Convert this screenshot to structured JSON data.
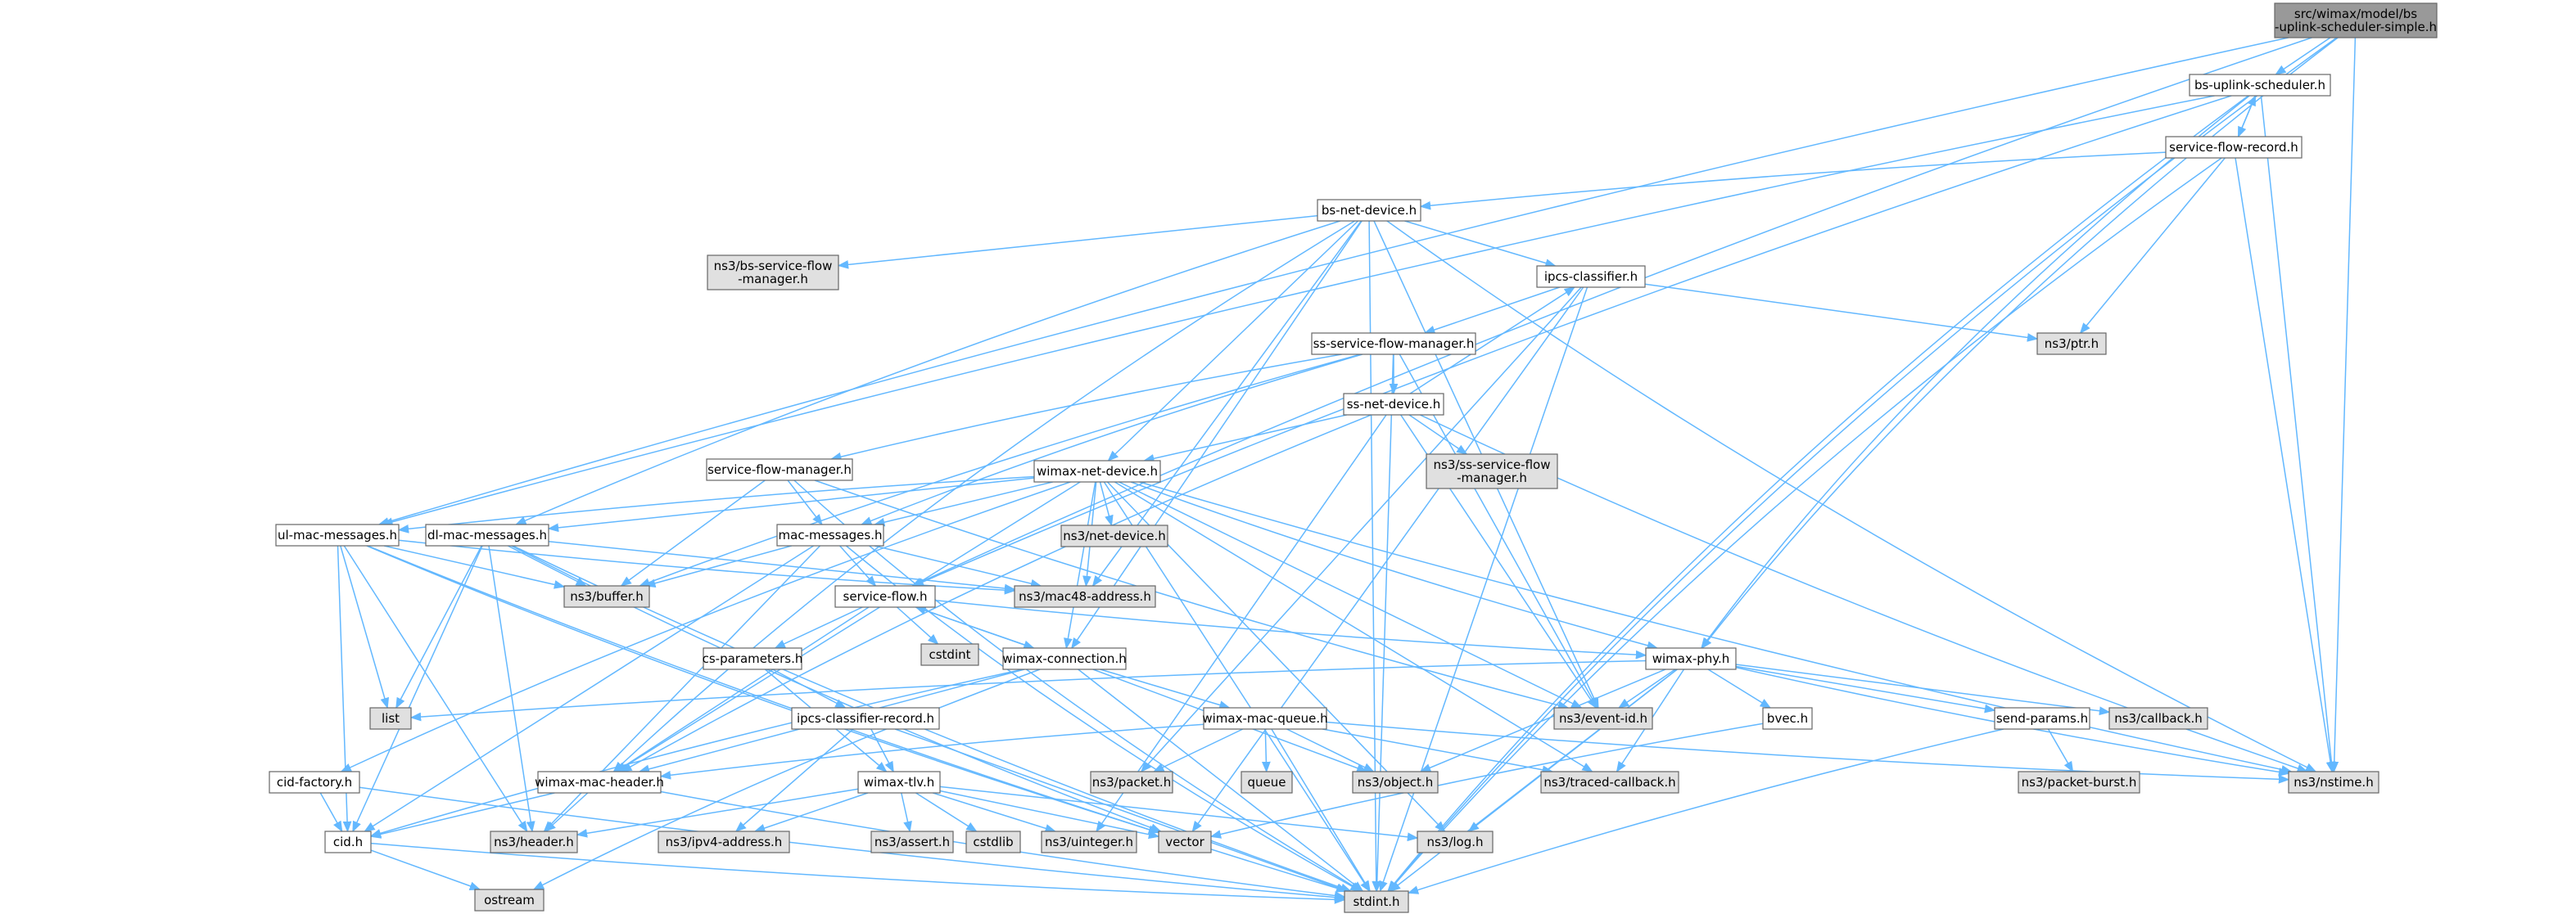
{
  "graph": {
    "title": "src/wimax/model/bs-uplink-scheduler-simple.h",
    "colors": {
      "root_fill": "#999999",
      "project_fill": "#ffffff",
      "external_fill": "#e0e0e0",
      "border": "#666666",
      "edge": "#63b8ff"
    },
    "nodes": [
      {
        "id": "root",
        "label": [
          "src/wimax/model/bs",
          "-uplink-scheduler-simple.h"
        ],
        "kind": "root"
      },
      {
        "id": "bs-uplink-scheduler",
        "label": [
          "bs-uplink-scheduler.h"
        ],
        "kind": "project"
      },
      {
        "id": "service-flow-record",
        "label": [
          "service-flow-record.h"
        ],
        "kind": "project"
      },
      {
        "id": "bs-net-device",
        "label": [
          "bs-net-device.h"
        ],
        "kind": "project"
      },
      {
        "id": "ns3-bs-service-flow-manager",
        "label": [
          "ns3/bs-service-flow",
          "-manager.h"
        ],
        "kind": "external"
      },
      {
        "id": "ipcs-classifier",
        "label": [
          "ipcs-classifier.h"
        ],
        "kind": "project"
      },
      {
        "id": "ns3-ptr",
        "label": [
          "ns3/ptr.h"
        ],
        "kind": "external"
      },
      {
        "id": "ss-service-flow-manager",
        "label": [
          "ss-service-flow-manager.h"
        ],
        "kind": "project"
      },
      {
        "id": "ss-net-device",
        "label": [
          "ss-net-device.h"
        ],
        "kind": "project"
      },
      {
        "id": "ns3-ss-service-flow-manager",
        "label": [
          "ns3/ss-service-flow",
          "-manager.h"
        ],
        "kind": "external"
      },
      {
        "id": "service-flow-manager",
        "label": [
          "service-flow-manager.h"
        ],
        "kind": "project"
      },
      {
        "id": "wimax-net-device",
        "label": [
          "wimax-net-device.h"
        ],
        "kind": "project"
      },
      {
        "id": "ns3-net-device",
        "label": [
          "ns3/net-device.h"
        ],
        "kind": "external"
      },
      {
        "id": "ul-mac-messages",
        "label": [
          "ul-mac-messages.h"
        ],
        "kind": "project"
      },
      {
        "id": "dl-mac-messages",
        "label": [
          "dl-mac-messages.h"
        ],
        "kind": "project"
      },
      {
        "id": "mac-messages",
        "label": [
          "mac-messages.h"
        ],
        "kind": "project"
      },
      {
        "id": "ns3-buffer",
        "label": [
          "ns3/buffer.h"
        ],
        "kind": "external"
      },
      {
        "id": "ns3-mac48-address",
        "label": [
          "ns3/mac48-address.h"
        ],
        "kind": "external"
      },
      {
        "id": "service-flow",
        "label": [
          "service-flow.h"
        ],
        "kind": "project"
      },
      {
        "id": "cstdint",
        "label": [
          "cstdint"
        ],
        "kind": "external"
      },
      {
        "id": "wimax-phy",
        "label": [
          "wimax-phy.h"
        ],
        "kind": "project"
      },
      {
        "id": "cs-parameters",
        "label": [
          "cs-parameters.h"
        ],
        "kind": "project"
      },
      {
        "id": "wimax-connection",
        "label": [
          "wimax-connection.h"
        ],
        "kind": "project"
      },
      {
        "id": "list",
        "label": [
          "list"
        ],
        "kind": "external"
      },
      {
        "id": "ns3-event-id",
        "label": [
          "ns3/event-id.h"
        ],
        "kind": "external"
      },
      {
        "id": "bvec",
        "label": [
          "bvec.h"
        ],
        "kind": "project"
      },
      {
        "id": "send-params",
        "label": [
          "send-params.h"
        ],
        "kind": "project"
      },
      {
        "id": "ns3-callback",
        "label": [
          "ns3/callback.h"
        ],
        "kind": "external"
      },
      {
        "id": "ipcs-classifier-record",
        "label": [
          "ipcs-classifier-record.h"
        ],
        "kind": "project"
      },
      {
        "id": "wimax-mac-queue",
        "label": [
          "wimax-mac-queue.h"
        ],
        "kind": "project"
      },
      {
        "id": "ns3-packet-burst",
        "label": [
          "ns3/packet-burst.h"
        ],
        "kind": "external"
      },
      {
        "id": "cid-factory",
        "label": [
          "cid-factory.h"
        ],
        "kind": "project"
      },
      {
        "id": "wimax-mac-header",
        "label": [
          "wimax-mac-header.h"
        ],
        "kind": "project"
      },
      {
        "id": "wimax-tlv",
        "label": [
          "wimax-tlv.h"
        ],
        "kind": "project"
      },
      {
        "id": "ns3-packet",
        "label": [
          "ns3/packet.h"
        ],
        "kind": "external"
      },
      {
        "id": "queue",
        "label": [
          "queue"
        ],
        "kind": "external"
      },
      {
        "id": "ns3-object",
        "label": [
          "ns3/object.h"
        ],
        "kind": "external"
      },
      {
        "id": "ns3-traced-callback",
        "label": [
          "ns3/traced-callback.h"
        ],
        "kind": "external"
      },
      {
        "id": "ns3-nstime",
        "label": [
          "ns3/nstime.h"
        ],
        "kind": "external"
      },
      {
        "id": "cid",
        "label": [
          "cid.h"
        ],
        "kind": "project"
      },
      {
        "id": "ns3-header",
        "label": [
          "ns3/header.h"
        ],
        "kind": "external"
      },
      {
        "id": "ns3-ipv4-address",
        "label": [
          "ns3/ipv4-address.h"
        ],
        "kind": "external"
      },
      {
        "id": "ns3-assert",
        "label": [
          "ns3/assert.h"
        ],
        "kind": "external"
      },
      {
        "id": "cstdlib",
        "label": [
          "cstdlib"
        ],
        "kind": "external"
      },
      {
        "id": "ns3-uinteger",
        "label": [
          "ns3/uinteger.h"
        ],
        "kind": "external"
      },
      {
        "id": "vector",
        "label": [
          "vector"
        ],
        "kind": "external"
      },
      {
        "id": "ns3-log",
        "label": [
          "ns3/log.h"
        ],
        "kind": "external"
      },
      {
        "id": "ostream",
        "label": [
          "ostream"
        ],
        "kind": "external"
      },
      {
        "id": "stdint",
        "label": [
          "stdint.h"
        ],
        "kind": "external"
      }
    ],
    "edges": [
      [
        "root",
        "bs-uplink-scheduler"
      ],
      [
        "root",
        "ul-mac-messages"
      ],
      [
        "root",
        "service-flow"
      ],
      [
        "root",
        "wimax-phy"
      ],
      [
        "root",
        "ns3-nstime"
      ],
      [
        "root",
        "stdint"
      ],
      [
        "bs-uplink-scheduler",
        "service-flow-record"
      ],
      [
        "bs-uplink-scheduler",
        "ul-mac-messages"
      ],
      [
        "bs-uplink-scheduler",
        "service-flow"
      ],
      [
        "bs-uplink-scheduler",
        "wimax-phy"
      ],
      [
        "bs-uplink-scheduler",
        "ns3-nstime"
      ],
      [
        "bs-uplink-scheduler",
        "stdint"
      ],
      [
        "service-flow-record",
        "bs-uplink-scheduler"
      ],
      [
        "service-flow-record",
        "bs-net-device"
      ],
      [
        "service-flow-record",
        "ns3-ptr"
      ],
      [
        "service-flow-record",
        "ns3-nstime"
      ],
      [
        "service-flow-record",
        "stdint"
      ],
      [
        "bs-net-device",
        "ns3-bs-service-flow-manager"
      ],
      [
        "bs-net-device",
        "ipcs-classifier"
      ],
      [
        "bs-net-device",
        "wimax-net-device"
      ],
      [
        "bs-net-device",
        "dl-mac-messages"
      ],
      [
        "bs-net-device",
        "ns3-mac48-address"
      ],
      [
        "bs-net-device",
        "wimax-connection"
      ],
      [
        "bs-net-device",
        "ns3-event-id"
      ],
      [
        "bs-net-device",
        "ns3-nstime"
      ],
      [
        "bs-net-device",
        "wimax-mac-header"
      ],
      [
        "bs-net-device",
        "stdint"
      ],
      [
        "ipcs-classifier",
        "ss-service-flow-manager"
      ],
      [
        "ipcs-classifier",
        "ns3-ptr"
      ],
      [
        "ipcs-classifier",
        "ns3-packet"
      ],
      [
        "ipcs-classifier",
        "vector"
      ],
      [
        "ipcs-classifier",
        "stdint"
      ],
      [
        "ss-service-flow-manager",
        "ss-net-device"
      ],
      [
        "ss-service-flow-manager",
        "service-flow-manager"
      ],
      [
        "ss-service-flow-manager",
        "mac-messages"
      ],
      [
        "ss-service-flow-manager",
        "ns3-buffer"
      ],
      [
        "ss-service-flow-manager",
        "ns3-event-id"
      ],
      [
        "ss-service-flow-manager",
        "stdint"
      ],
      [
        "ss-net-device",
        "ipcs-classifier"
      ],
      [
        "ss-net-device",
        "ns3-ss-service-flow-manager"
      ],
      [
        "ss-net-device",
        "wimax-net-device"
      ],
      [
        "ss-net-device",
        "ns3-event-id"
      ],
      [
        "ss-net-device",
        "ns3-nstime"
      ],
      [
        "ss-net-device",
        "ns3-uinteger"
      ],
      [
        "ss-net-device",
        "wimax-mac-header"
      ],
      [
        "service-flow-manager",
        "mac-messages"
      ],
      [
        "service-flow-manager",
        "ns3-buffer"
      ],
      [
        "service-flow-manager",
        "ns3-event-id"
      ],
      [
        "service-flow-manager",
        "stdint"
      ],
      [
        "wimax-net-device",
        "ns3-net-device"
      ],
      [
        "wimax-net-device",
        "ul-mac-messages"
      ],
      [
        "wimax-net-device",
        "dl-mac-messages"
      ],
      [
        "wimax-net-device",
        "mac-messages"
      ],
      [
        "wimax-net-device",
        "ns3-mac48-address"
      ],
      [
        "wimax-net-device",
        "wimax-phy"
      ],
      [
        "wimax-net-device",
        "wimax-connection"
      ],
      [
        "wimax-net-device",
        "ns3-event-id"
      ],
      [
        "wimax-net-device",
        "ns3-nstime"
      ],
      [
        "wimax-net-device",
        "ns3-traced-callback"
      ],
      [
        "wimax-net-device",
        "ns3-log"
      ],
      [
        "wimax-net-device",
        "cid-factory"
      ],
      [
        "wimax-net-device",
        "wimax-mac-header"
      ],
      [
        "wimax-net-device",
        "stdint"
      ],
      [
        "ul-mac-messages",
        "ns3-buffer"
      ],
      [
        "ul-mac-messages",
        "ns3-mac48-address"
      ],
      [
        "ul-mac-messages",
        "list"
      ],
      [
        "ul-mac-messages",
        "cid"
      ],
      [
        "ul-mac-messages",
        "ns3-header"
      ],
      [
        "ul-mac-messages",
        "vector"
      ],
      [
        "ul-mac-messages",
        "stdint"
      ],
      [
        "dl-mac-messages",
        "ns3-buffer"
      ],
      [
        "dl-mac-messages",
        "ns3-mac48-address"
      ],
      [
        "dl-mac-messages",
        "list"
      ],
      [
        "dl-mac-messages",
        "cid"
      ],
      [
        "dl-mac-messages",
        "ns3-header"
      ],
      [
        "dl-mac-messages",
        "vector"
      ],
      [
        "dl-mac-messages",
        "stdint"
      ],
      [
        "mac-messages",
        "ns3-buffer"
      ],
      [
        "mac-messages",
        "ns3-mac48-address"
      ],
      [
        "mac-messages",
        "service-flow"
      ],
      [
        "mac-messages",
        "cid"
      ],
      [
        "mac-messages",
        "ns3-header"
      ],
      [
        "mac-messages",
        "stdint"
      ],
      [
        "service-flow",
        "cstdint"
      ],
      [
        "service-flow",
        "wimax-phy"
      ],
      [
        "service-flow",
        "cs-parameters"
      ],
      [
        "service-flow",
        "wimax-connection"
      ],
      [
        "service-flow",
        "wimax-mac-header"
      ],
      [
        "wimax-phy",
        "list"
      ],
      [
        "wimax-phy",
        "ns3-event-id"
      ],
      [
        "wimax-phy",
        "bvec"
      ],
      [
        "wimax-phy",
        "send-params"
      ],
      [
        "wimax-phy",
        "ns3-callback"
      ],
      [
        "wimax-phy",
        "ns3-nstime"
      ],
      [
        "wimax-phy",
        "ns3-object"
      ],
      [
        "wimax-phy",
        "ns3-traced-callback"
      ],
      [
        "wimax-phy",
        "ns3-log"
      ],
      [
        "wimax-phy",
        "stdint"
      ],
      [
        "cs-parameters",
        "ipcs-classifier-record"
      ],
      [
        "cs-parameters",
        "wimax-tlv"
      ],
      [
        "wimax-connection",
        "service-flow"
      ],
      [
        "wimax-connection",
        "wimax-mac-queue"
      ],
      [
        "wimax-connection",
        "ns3-object"
      ],
      [
        "wimax-connection",
        "wimax-mac-header"
      ],
      [
        "wimax-connection",
        "cid"
      ],
      [
        "wimax-connection",
        "ostream"
      ],
      [
        "wimax-connection",
        "stdint"
      ],
      [
        "bvec",
        "vector"
      ],
      [
        "send-params",
        "ns3-packet-burst"
      ],
      [
        "send-params",
        "stdint"
      ],
      [
        "ipcs-classifier-record",
        "wimax-tlv"
      ],
      [
        "ipcs-classifier-record",
        "ns3-ipv4-address"
      ],
      [
        "ipcs-classifier-record",
        "stdint"
      ],
      [
        "wimax-mac-queue",
        "ns3-packet"
      ],
      [
        "wimax-mac-queue",
        "queue"
      ],
      [
        "wimax-mac-queue",
        "ns3-object"
      ],
      [
        "wimax-mac-queue",
        "ns3-traced-callback"
      ],
      [
        "wimax-mac-queue",
        "ns3-nstime"
      ],
      [
        "wimax-mac-queue",
        "wimax-mac-header"
      ],
      [
        "wimax-mac-queue",
        "stdint"
      ],
      [
        "cid-factory",
        "cid"
      ],
      [
        "cid-factory",
        "stdint"
      ],
      [
        "wimax-mac-header",
        "cid"
      ],
      [
        "wimax-mac-header",
        "ns3-header"
      ],
      [
        "wimax-mac-header",
        "stdint"
      ],
      [
        "wimax-tlv",
        "ns3-assert"
      ],
      [
        "wimax-tlv",
        "cstdlib"
      ],
      [
        "wimax-tlv",
        "ns3-uinteger"
      ],
      [
        "wimax-tlv",
        "vector"
      ],
      [
        "wimax-tlv",
        "ns3-header"
      ],
      [
        "wimax-tlv",
        "ns3-ipv4-address"
      ],
      [
        "wimax-tlv",
        "ns3-log"
      ],
      [
        "cid",
        "ostream"
      ],
      [
        "cid",
        "stdint"
      ]
    ]
  }
}
